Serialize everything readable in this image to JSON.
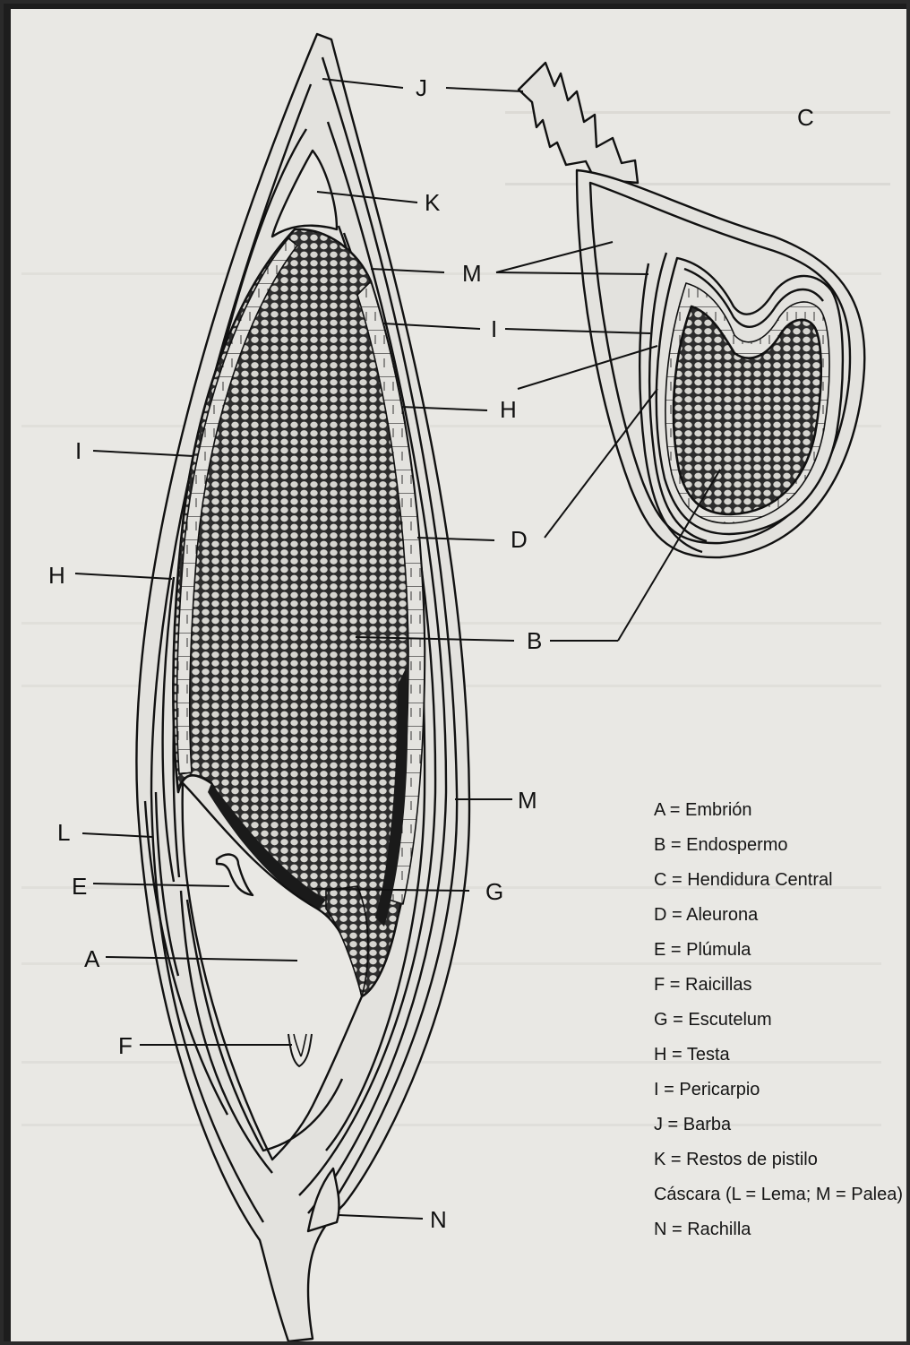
{
  "labels": {
    "J": "J",
    "K": "K",
    "M_top": "M",
    "I_top": "I",
    "H_top": "H",
    "C": "C",
    "D": "D",
    "B": "B",
    "I_left": "I",
    "H_left": "H",
    "M_right": "M",
    "L": "L",
    "E": "E",
    "G": "G",
    "A": "A",
    "F": "F",
    "N": "N"
  },
  "legend": [
    "A = Embrión",
    "B = Endospermo",
    "C = Hendidura Central",
    "D = Aleurona",
    "E = Plúmula",
    "F = Raicillas",
    "G = Escutelum",
    "H = Testa",
    "I  = Pericarpio",
    "J = Barba",
    "K = Restos de pistilo",
    "Cáscara (L = Lema; M = Palea)",
    "N = Rachilla"
  ]
}
